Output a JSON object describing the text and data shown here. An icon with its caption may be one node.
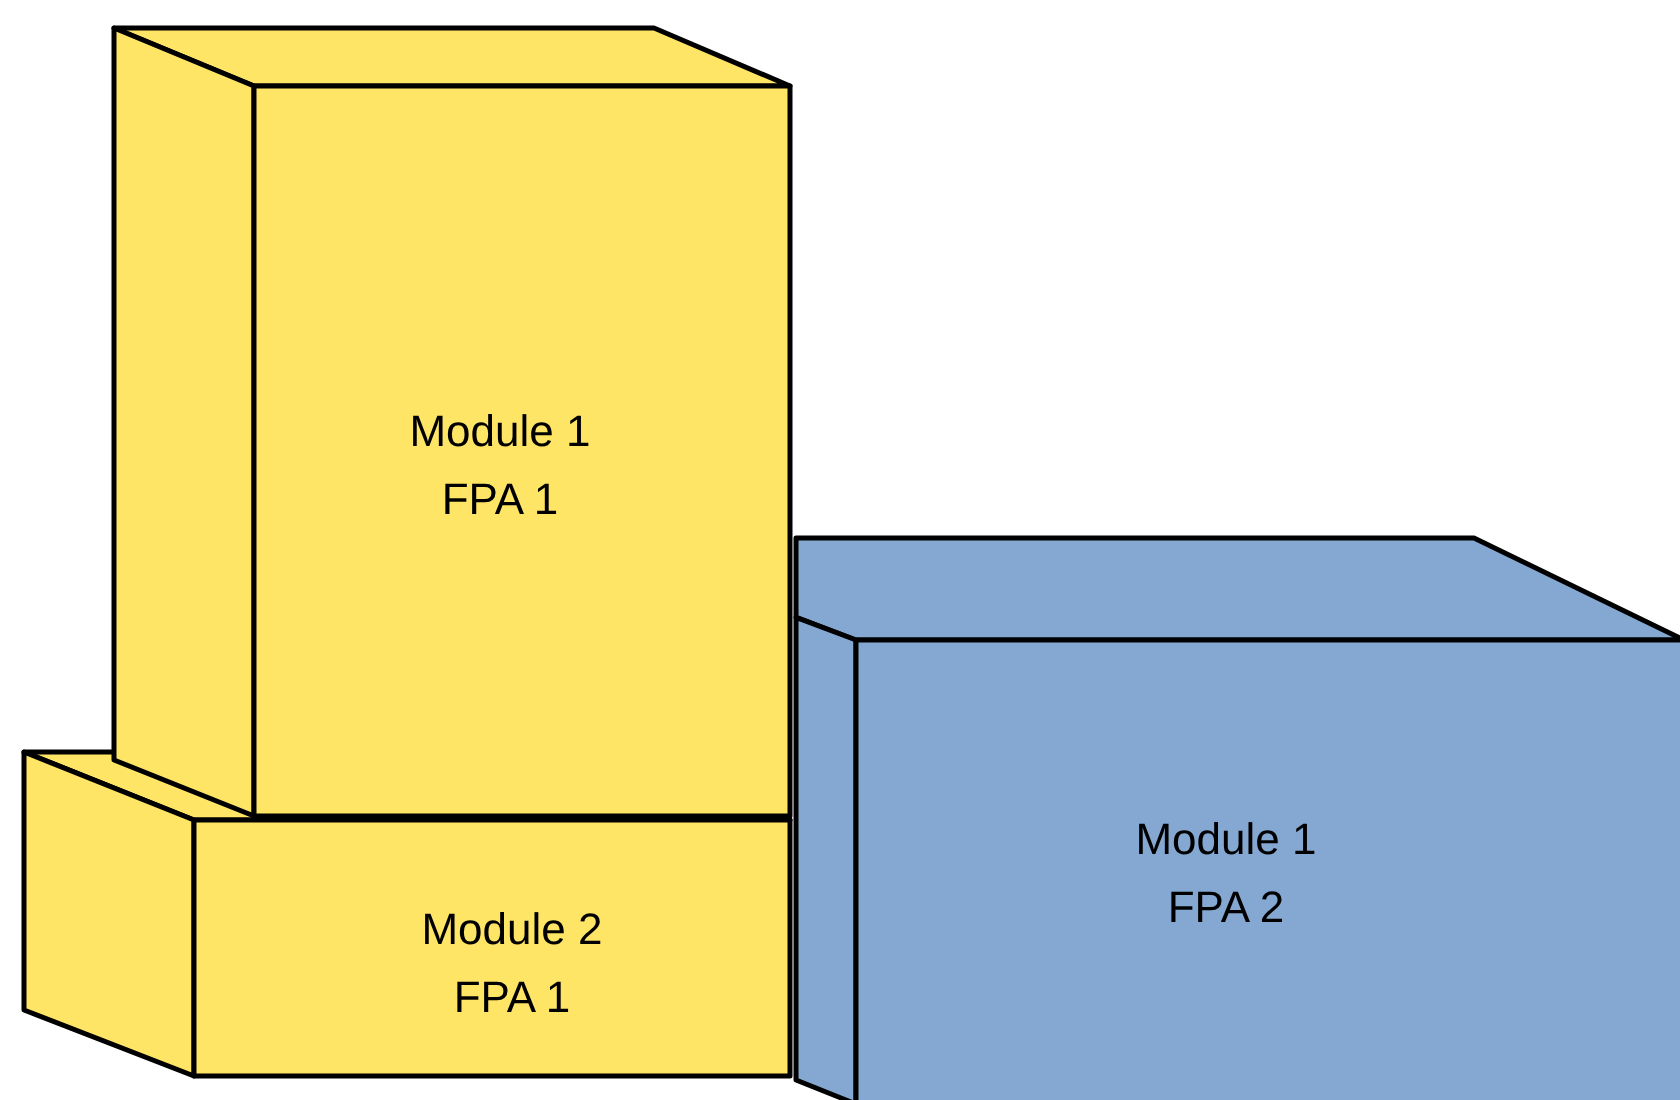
{
  "diagram": {
    "nodes": [
      {
        "text": [
          "Module 1 FPA 1"
        ]
      },
      {
        "text": [
          "Module 2 FPA 1"
        ]
      },
      {
        "text": [
          "Module 1 FPA 2"
        ]
      }
    ]
  }
}
